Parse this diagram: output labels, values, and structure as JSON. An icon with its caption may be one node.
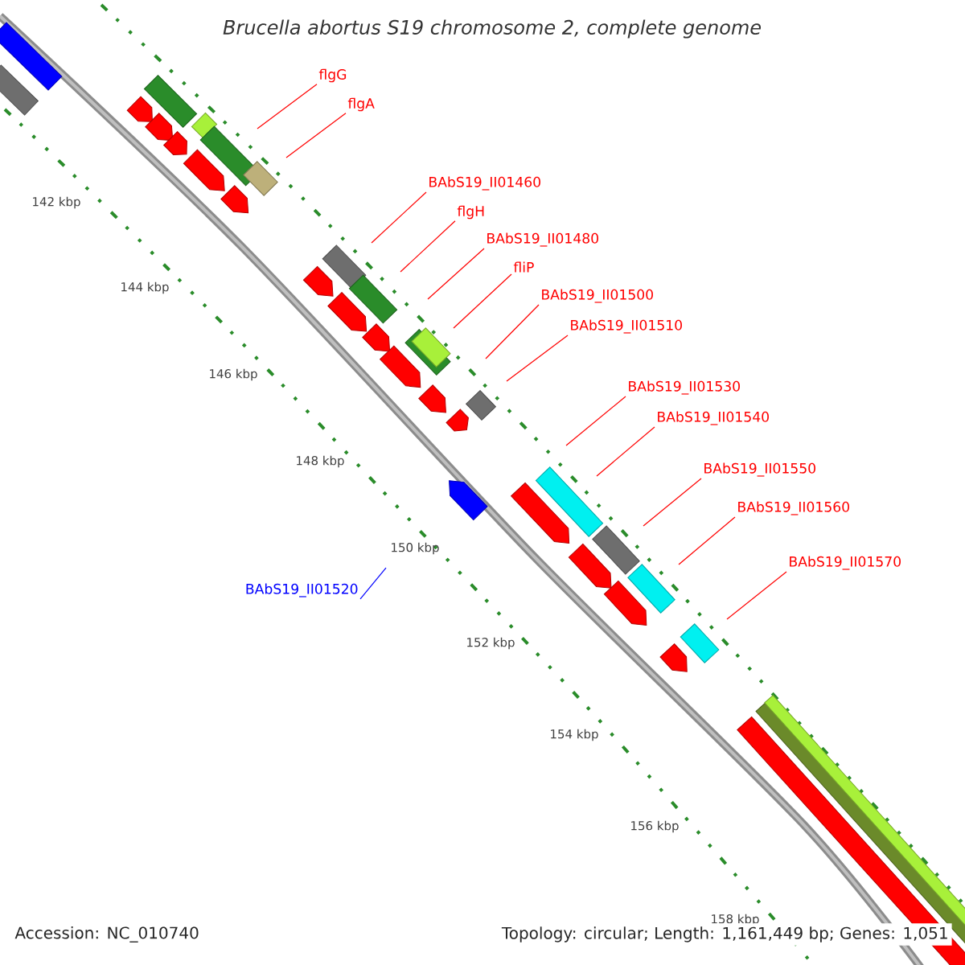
{
  "diagram": {
    "title": "Brucella abortus S19 chromosome 2, complete genome",
    "nodes": [
      {
        "text": [
          "flgG"
        ]
      },
      {
        "text": [
          "flgA"
        ]
      },
      {
        "text": [
          "BAbS19_II01460"
        ]
      },
      {
        "text": [
          "flgH"
        ]
      },
      {
        "text": [
          "BAbS19_II01480"
        ]
      },
      {
        "text": [
          "fliP"
        ]
      },
      {
        "text": [
          "BAbS19_II01500"
        ]
      },
      {
        "text": [
          "BAbS19_II01510"
        ]
      },
      {
        "text": [
          "BAbS19_II01530"
        ]
      },
      {
        "text": [
          "BAbS19_II01540"
        ]
      },
      {
        "text": [
          "BAbS19_II01550"
        ]
      },
      {
        "text": [
          "BAbS19_II01560"
        ]
      },
      {
        "text": [
          "BAbS19_II01570"
        ]
      },
      {
        "text": [
          "BAbS19_II01520"
        ]
      }
    ],
    "edges": [
      {
        "from": 0,
        "to": null,
        "arrow": "none"
      },
      {
        "from": 1,
        "to": null,
        "arrow": "none"
      },
      {
        "from": 2,
        "to": null,
        "arrow": "none"
      },
      {
        "from": 3,
        "to": null,
        "arrow": "none"
      },
      {
        "from": 4,
        "to": null,
        "arrow": "none"
      },
      {
        "from": 5,
        "to": null,
        "arrow": "none"
      },
      {
        "from": 6,
        "to": null,
        "arrow": "none"
      },
      {
        "from": 7,
        "to": null,
        "arrow": "none"
      },
      {
        "from": 8,
        "to": null,
        "arrow": "none"
      },
      {
        "from": 9,
        "to": null,
        "arrow": "none"
      },
      {
        "from": 10,
        "to": null,
        "arrow": "none"
      },
      {
        "from": 11,
        "to": null,
        "arrow": "none"
      },
      {
        "from": 12,
        "to": null,
        "arrow": "none"
      },
      {
        "from": 13,
        "to": null,
        "arrow": "none",
        "color": "#0000ff"
      }
    ],
    "labels": [
      "142 kbp",
      "144 kbp",
      "146 kbp",
      "148 kbp",
      "150 kbp",
      "152 kbp",
      "154 kbp",
      "156 kbp",
      "158 kbp",
      "Accession: NC_010740",
      "Topology: circular; Length: 1,161,449 bp; Genes: 1,051"
    ]
  }
}
